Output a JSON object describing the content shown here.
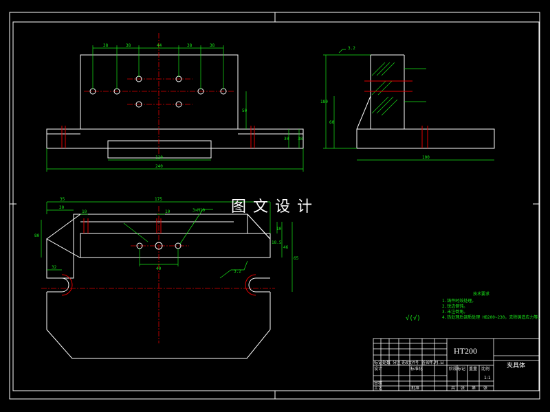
{
  "watermark": "图文设计",
  "dimensions": {
    "front_top": [
      "38",
      "38",
      "44",
      "38",
      "38"
    ],
    "front_right": [
      "50",
      "30",
      "38"
    ],
    "front_bottom": [
      "110",
      "240"
    ],
    "side_left": [
      "180",
      "60"
    ],
    "side_bottom": "100",
    "roughness_label": "3.2",
    "plan_top": [
      "35",
      "30",
      "10",
      "175",
      "10"
    ],
    "plan_left": [
      "80",
      "32"
    ],
    "plan_right": [
      "18.5",
      "10",
      "46",
      "65"
    ],
    "plan_mid": "40",
    "callout": "3×M10",
    "plan_roughness": "3.2"
  },
  "notes": {
    "heading": "技术要求",
    "lines": [
      "1.铸件时效处理。",
      "2.锐边倒钝。",
      "3.未注倒角。",
      "4.热处理后调质处理 HB200~230，去除铸造应力等。"
    ],
    "symbol": "√(√)"
  },
  "title_block": {
    "material": "HT200",
    "part_name": "夹具体",
    "header_cells": [
      "标记",
      "处数",
      "分区",
      "更改文件号",
      "签名",
      "年.月.日"
    ],
    "role_design": "设计",
    "standardization": "标准化",
    "stage_labels": [
      "阶段标记",
      "重量",
      "比例"
    ],
    "scale": "1:1",
    "role_review": "审核",
    "role_process": "工艺",
    "approve": "批准",
    "sheet_labels": [
      "共",
      "张",
      "第",
      "张"
    ]
  }
}
